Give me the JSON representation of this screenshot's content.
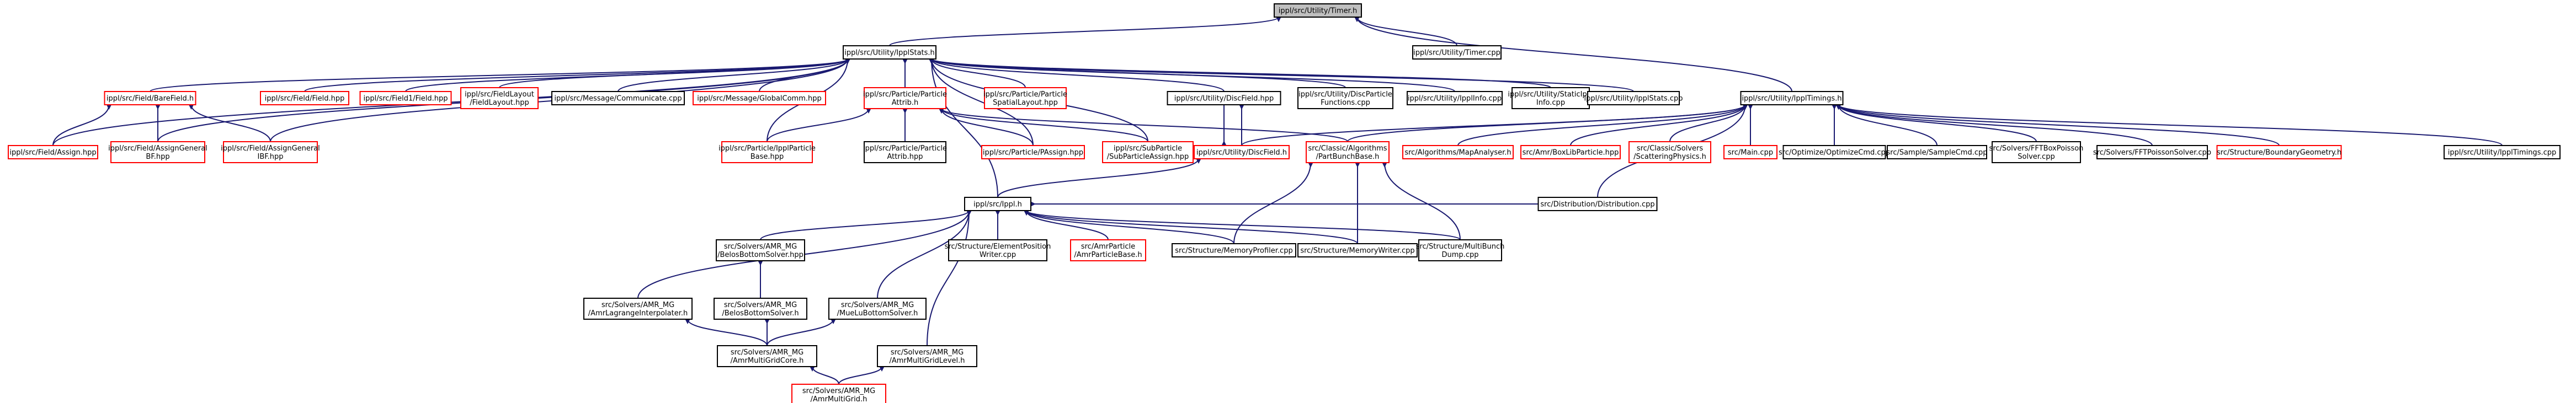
{
  "colors": {
    "edge": "#191970",
    "node_border": "#000000",
    "missing_border": "#ff0000",
    "root_fill": "#bfbfbf",
    "node_fill": "#ffffff"
  },
  "nodes": [
    {
      "id": "timer_h",
      "lines": [
        "ippl/src/Utility/Timer.h"
      ],
      "style": "root"
    },
    {
      "id": "timer_cpp",
      "lines": [
        "ippl/src/Utility/Timer.cpp"
      ],
      "style": "normal"
    },
    {
      "id": "ipplstats_h",
      "lines": [
        "ippl/src/Utility/IpplStats.h"
      ],
      "style": "normal"
    },
    {
      "id": "ippltimings_h",
      "lines": [
        "ippl/src/Utility/IpplTimings.h"
      ],
      "style": "normal"
    },
    {
      "id": "barefield_h",
      "lines": [
        "ippl/src/Field/BareField.h"
      ],
      "style": "missing"
    },
    {
      "id": "field_hpp",
      "lines": [
        "ippl/src/Field/Field.hpp"
      ],
      "style": "missing"
    },
    {
      "id": "field1_hpp",
      "lines": [
        "ippl/src/Field1/Field.hpp"
      ],
      "style": "missing"
    },
    {
      "id": "fieldlayout_hpp",
      "lines": [
        "ippl/src/FieldLayout",
        "/FieldLayout.hpp"
      ],
      "style": "missing"
    },
    {
      "id": "communicate_cpp",
      "lines": [
        "ippl/src/Message/Communicate.cpp"
      ],
      "style": "normal"
    },
    {
      "id": "globalcomm_hpp",
      "lines": [
        "ippl/src/Message/GlobalComm.hpp"
      ],
      "style": "missing"
    },
    {
      "id": "particleattrib_h",
      "lines": [
        "ippl/src/Particle/Particle",
        "Attrib.h"
      ],
      "style": "missing"
    },
    {
      "id": "particlespatial_hpp",
      "lines": [
        "ippl/src/Particle/Particle",
        "SpatialLayout.hpp"
      ],
      "style": "missing"
    },
    {
      "id": "discfield_hpp",
      "lines": [
        "ippl/src/Utility/DiscField.hpp"
      ],
      "style": "normal"
    },
    {
      "id": "discparticlefunctions_cpp",
      "lines": [
        "ippl/src/Utility/DiscParticle",
        "Functions.cpp"
      ],
      "style": "normal"
    },
    {
      "id": "ipplinfo_cpp",
      "lines": [
        "ippl/src/Utility/IpplInfo.cpp"
      ],
      "style": "normal"
    },
    {
      "id": "staticippl_cpp",
      "lines": [
        "ippl/src/Utility/StaticIppl",
        "Info.cpp"
      ],
      "style": "normal"
    },
    {
      "id": "ipplstats_cpp",
      "lines": [
        "ippl/src/Utility/IpplStats.cpp"
      ],
      "style": "normal"
    },
    {
      "id": "fieldassign_hpp",
      "lines": [
        "ippl/src/Field/Assign.hpp"
      ],
      "style": "missing"
    },
    {
      "id": "assigngeneralbf_hpp",
      "lines": [
        "ippl/src/Field/AssignGeneral",
        "BF.hpp"
      ],
      "style": "missing"
    },
    {
      "id": "assigngeneralibf_hpp",
      "lines": [
        "ippl/src/Field/AssignGeneral",
        "IBF.hpp"
      ],
      "style": "missing"
    },
    {
      "id": "ipplparticlebase_hpp",
      "lines": [
        "ippl/src/Particle/IpplParticle",
        "Base.hpp"
      ],
      "style": "missing"
    },
    {
      "id": "particleattrib_hpp",
      "lines": [
        "ippl/src/Particle/Particle",
        "Attrib.hpp"
      ],
      "style": "normal"
    },
    {
      "id": "passign_hpp",
      "lines": [
        "ippl/src/Particle/PAssign.hpp"
      ],
      "style": "missing"
    },
    {
      "id": "subparticleassign_hpp",
      "lines": [
        "ippl/src/SubParticle",
        "/SubParticleAssign.hpp"
      ],
      "style": "missing"
    },
    {
      "id": "discfield_h",
      "lines": [
        "ippl/src/Utility/DiscField.h"
      ],
      "style": "missing"
    },
    {
      "id": "partbunchbase_h",
      "lines": [
        "src/Classic/Algorithms",
        "/PartBunchBase.h"
      ],
      "style": "missing"
    },
    {
      "id": "mapanalyser_h",
      "lines": [
        "src/Algorithms/MapAnalyser.h"
      ],
      "style": "missing"
    },
    {
      "id": "boxlibparticle_hpp",
      "lines": [
        "src/Amr/BoxLibParticle.hpp"
      ],
      "style": "missing"
    },
    {
      "id": "scatteringphysics_h",
      "lines": [
        "src/Classic/Solvers",
        "/ScatteringPhysics.h"
      ],
      "style": "missing"
    },
    {
      "id": "main_cpp",
      "lines": [
        "src/Main.cpp"
      ],
      "style": "missing"
    },
    {
      "id": "optimizecmd_cpp",
      "lines": [
        "src/Optimize/OptimizeCmd.cpp"
      ],
      "style": "normal"
    },
    {
      "id": "samplecmd_cpp",
      "lines": [
        "src/Sample/SampleCmd.cpp"
      ],
      "style": "normal"
    },
    {
      "id": "fftboxpoisson_cpp",
      "lines": [
        "src/Solvers/FFTBoxPoisson",
        "Solver.cpp"
      ],
      "style": "normal"
    },
    {
      "id": "fftpoisson_cpp",
      "lines": [
        "src/Solvers/FFTPoissonSolver.cpp"
      ],
      "style": "normal"
    },
    {
      "id": "boundarygeometry_h",
      "lines": [
        "src/Structure/BoundaryGeometry.h"
      ],
      "style": "missing"
    },
    {
      "id": "ippltimings_cpp",
      "lines": [
        "ippl/src/Utility/IpplTimings.cpp"
      ],
      "style": "normal"
    },
    {
      "id": "ippl_h",
      "lines": [
        "ippl/src/Ippl.h"
      ],
      "style": "normal"
    },
    {
      "id": "distribution_cpp",
      "lines": [
        "src/Distribution/Distribution.cpp"
      ],
      "style": "normal"
    },
    {
      "id": "bottomsolver_hpp",
      "lines": [
        "src/Solvers/AMR_MG",
        "/BelosBottomSolver.hpp"
      ],
      "style": "normal"
    },
    {
      "id": "elementposition_cpp",
      "lines": [
        "src/Structure/ElementPosition",
        "Writer.cpp"
      ],
      "style": "normal"
    },
    {
      "id": "amrparticlebase_h",
      "lines": [
        "src/AmrParticle",
        "/AmrParticleBase.h"
      ],
      "style": "missing"
    },
    {
      "id": "memoryprofiler_cpp",
      "lines": [
        "src/Structure/MemoryProfiler.cpp"
      ],
      "style": "normal"
    },
    {
      "id": "memorywriter_cpp",
      "lines": [
        "src/Structure/MemoryWriter.cpp"
      ],
      "style": "normal"
    },
    {
      "id": "multibunchdump_cpp",
      "lines": [
        "src/Structure/MultiBunch",
        "Dump.cpp"
      ],
      "style": "normal"
    },
    {
      "id": "lagrangeinterp_h",
      "lines": [
        "src/Solvers/AMR_MG",
        "/AmrLagrangeInterpolater.h"
      ],
      "style": "normal"
    },
    {
      "id": "bottomsolver_h",
      "lines": [
        "src/Solvers/AMR_MG",
        "/BelosBottomSolver.h"
      ],
      "style": "normal"
    },
    {
      "id": "muelubottom_h",
      "lines": [
        "src/Solvers/AMR_MG",
        "/MueLuBottomSolver.h"
      ],
      "style": "normal"
    },
    {
      "id": "multigridcore_h",
      "lines": [
        "src/Solvers/AMR_MG",
        "/AmrMultiGridCore.h"
      ],
      "style": "normal"
    },
    {
      "id": "multigridlevel_h",
      "lines": [
        "src/Solvers/AMR_MG",
        "/AmrMultiGridLevel.h"
      ],
      "style": "normal"
    },
    {
      "id": "multigrid_h",
      "lines": [
        "src/Solvers/AMR_MG",
        "/AmrMultiGrid.h"
      ],
      "style": "missing"
    }
  ],
  "edges": [
    [
      "timer_h",
      "timer_cpp"
    ],
    [
      "timer_h",
      "ipplstats_h"
    ],
    [
      "timer_h",
      "ippltimings_h"
    ],
    [
      "ipplstats_h",
      "barefield_h"
    ],
    [
      "ipplstats_h",
      "field_hpp"
    ],
    [
      "ipplstats_h",
      "field1_hpp"
    ],
    [
      "ipplstats_h",
      "fieldlayout_hpp"
    ],
    [
      "ipplstats_h",
      "communicate_cpp"
    ],
    [
      "ipplstats_h",
      "globalcomm_hpp"
    ],
    [
      "ipplstats_h",
      "particleattrib_h"
    ],
    [
      "ipplstats_h",
      "particlespatial_hpp"
    ],
    [
      "ipplstats_h",
      "discfield_hpp"
    ],
    [
      "ipplstats_h",
      "discparticlefunctions_cpp"
    ],
    [
      "ipplstats_h",
      "ipplinfo_cpp"
    ],
    [
      "ipplstats_h",
      "staticippl_cpp"
    ],
    [
      "ipplstats_h",
      "ipplstats_cpp"
    ],
    [
      "ipplstats_h",
      "fieldassign_hpp"
    ],
    [
      "ipplstats_h",
      "assigngeneralbf_hpp"
    ],
    [
      "ipplstats_h",
      "assigngeneralibf_hpp"
    ],
    [
      "ipplstats_h",
      "ipplparticlebase_hpp"
    ],
    [
      "ipplstats_h",
      "particleattrib_hpp"
    ],
    [
      "ipplstats_h",
      "passign_hpp"
    ],
    [
      "ipplstats_h",
      "subparticleassign_hpp"
    ],
    [
      "ipplstats_h",
      "ippl_h"
    ],
    [
      "barefield_h",
      "fieldassign_hpp"
    ],
    [
      "barefield_h",
      "assigngeneralbf_hpp"
    ],
    [
      "barefield_h",
      "assigngeneralibf_hpp"
    ],
    [
      "particleattrib_h",
      "ipplparticlebase_hpp"
    ],
    [
      "particleattrib_h",
      "particleattrib_hpp"
    ],
    [
      "particleattrib_h",
      "passign_hpp"
    ],
    [
      "particleattrib_h",
      "subparticleassign_hpp"
    ],
    [
      "particleattrib_h",
      "partbunchbase_h"
    ],
    [
      "discfield_hpp",
      "discfield_h"
    ],
    [
      "discfield_h",
      "discfield_hpp"
    ],
    [
      "discfield_h",
      "ippl_h"
    ],
    [
      "ippltimings_h",
      "discfield_h"
    ],
    [
      "ippltimings_h",
      "partbunchbase_h"
    ],
    [
      "ippltimings_h",
      "mapanalyser_h"
    ],
    [
      "ippltimings_h",
      "boxlibparticle_hpp"
    ],
    [
      "ippltimings_h",
      "scatteringphysics_h"
    ],
    [
      "ippltimings_h",
      "main_cpp"
    ],
    [
      "ippltimings_h",
      "optimizecmd_cpp"
    ],
    [
      "ippltimings_h",
      "samplecmd_cpp"
    ],
    [
      "ippltimings_h",
      "fftboxpoisson_cpp"
    ],
    [
      "ippltimings_h",
      "fftpoisson_cpp"
    ],
    [
      "ippltimings_h",
      "boundarygeometry_h"
    ],
    [
      "ippltimings_h",
      "ippltimings_cpp"
    ],
    [
      "ippltimings_h",
      "distribution_cpp"
    ],
    [
      "partbunchbase_h",
      "memoryprofiler_cpp"
    ],
    [
      "partbunchbase_h",
      "memorywriter_cpp"
    ],
    [
      "partbunchbase_h",
      "multibunchdump_cpp"
    ],
    [
      "ippl_h",
      "distribution_cpp"
    ],
    [
      "ippl_h",
      "bottomsolver_hpp"
    ],
    [
      "ippl_h",
      "elementposition_cpp"
    ],
    [
      "ippl_h",
      "amrparticlebase_h"
    ],
    [
      "ippl_h",
      "memoryprofiler_cpp"
    ],
    [
      "ippl_h",
      "memorywriter_cpp"
    ],
    [
      "ippl_h",
      "multibunchdump_cpp"
    ],
    [
      "ippl_h",
      "lagrangeinterp_h"
    ],
    [
      "ippl_h",
      "muelubottom_h"
    ],
    [
      "ippl_h",
      "multigridlevel_h"
    ],
    [
      "bottomsolver_hpp",
      "bottomsolver_h"
    ],
    [
      "bottomsolver_h",
      "multigridcore_h"
    ],
    [
      "muelubottom_h",
      "multigridcore_h"
    ],
    [
      "lagrangeinterp_h",
      "multigridcore_h"
    ],
    [
      "multigridcore_h",
      "multigrid_h"
    ],
    [
      "multigridlevel_h",
      "multigrid_h"
    ]
  ]
}
